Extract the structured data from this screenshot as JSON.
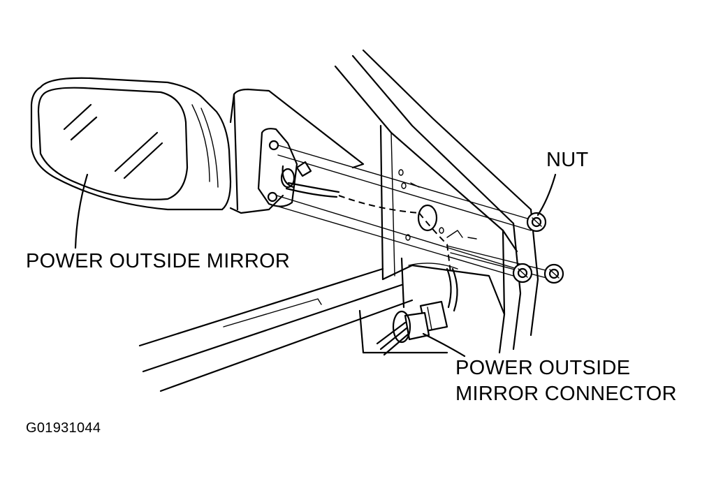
{
  "labels": {
    "power_outside_mirror": "POWER OUTSIDE MIRROR",
    "nut": "NUT",
    "connector_line1": "POWER OUTSIDE",
    "connector_line2": "MIRROR CONNECTOR",
    "figure_code": "G01931044"
  }
}
